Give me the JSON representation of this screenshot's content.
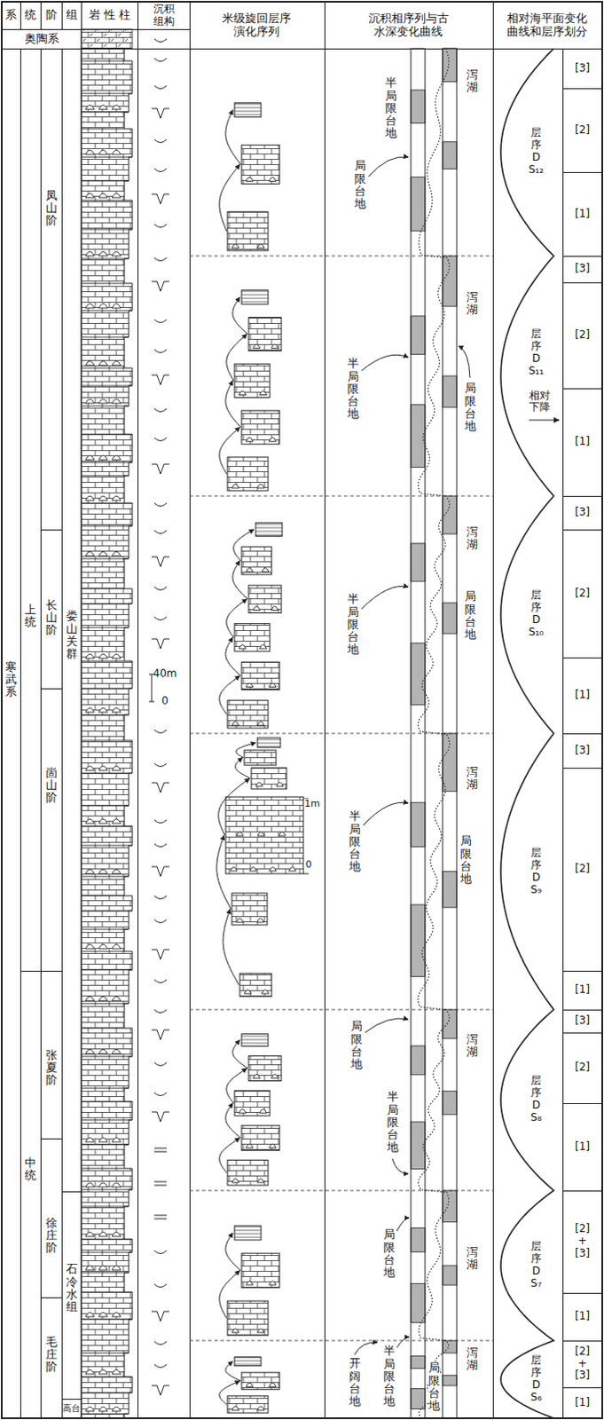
{
  "diagram": {
    "nodes": [
      {
        "text": [
          "系"
        ]
      },
      {
        "text": [
          "统"
        ]
      },
      {
        "text": [
          "阶"
        ]
      },
      {
        "text": [
          "组"
        ]
      },
      {
        "text": [
          "岩性柱"
        ]
      },
      {
        "text": [
          "沉积组构"
        ]
      },
      {
        "text": [
          "米级旋回层序演化序列"
        ]
      },
      {
        "text": [
          "沉积相序列与古水深变化曲线"
        ]
      },
      {
        "text": [
          "相对海平面变化曲线和层序划分"
        ]
      },
      {
        "text": [
          "奥陶系"
        ]
      },
      {
        "text": [
          "寒武系"
        ]
      },
      {
        "text": [
          "上统"
        ]
      },
      {
        "text": [
          "中统"
        ]
      },
      {
        "text": [
          "凤山阶"
        ]
      },
      {
        "text": [
          "长山阶"
        ]
      },
      {
        "text": [
          "崮山阶"
        ]
      },
      {
        "text": [
          "张夏阶"
        ]
      },
      {
        "text": [
          "徐庄阶"
        ]
      },
      {
        "text": [
          "毛庄阶"
        ]
      },
      {
        "text": [
          "娄山关群"
        ]
      },
      {
        "text": [
          "石冷水组"
        ]
      },
      {
        "text": [
          "高台"
        ]
      },
      {
        "text": [
          "[3]"
        ]
      },
      {
        "text": [
          "[2]"
        ]
      },
      {
        "text": [
          "[1]"
        ]
      },
      {
        "text": [
          "[3]"
        ]
      },
      {
        "text": [
          "[2]"
        ]
      },
      {
        "text": [
          "[1]"
        ]
      },
      {
        "text": [
          "[3]"
        ]
      },
      {
        "text": [
          "[2]"
        ]
      },
      {
        "text": [
          "[1]"
        ]
      },
      {
        "text": [
          "[3]"
        ]
      },
      {
        "text": [
          "[2]"
        ]
      },
      {
        "text": [
          "[1]"
        ]
      },
      {
        "text": [
          "[3]"
        ]
      },
      {
        "text": [
          "[2]"
        ]
      },
      {
        "text": [
          "[1]"
        ]
      },
      {
        "text": [
          "[2] + [3]"
        ]
      },
      {
        "text": [
          "[1]"
        ]
      },
      {
        "text": [
          "[2] + [3]"
        ]
      },
      {
        "text": [
          "[1]"
        ]
      }
    ],
    "labels": [
      "半局限台地",
      "局限台地",
      "泻湖",
      "层序 D S₁₂",
      "泻湖",
      "半局限台地",
      "局限台地",
      "层序 D S₁₁",
      "相对下降",
      "泻湖",
      "半局限台地",
      "局限台地",
      "层序 D S₁₀",
      "40m",
      "0",
      "泻湖",
      "半局限台地",
      "局限台地",
      "1m",
      "0",
      "层序 D S₉",
      "泻湖",
      "局限台地",
      "半局限台地",
      "层序 D S₈",
      "泻湖",
      "局限台地",
      "层序 D S₇",
      "半局限台地",
      "开阔台地",
      "泻湖",
      "局限台地",
      "层序 D S₆"
    ]
  }
}
